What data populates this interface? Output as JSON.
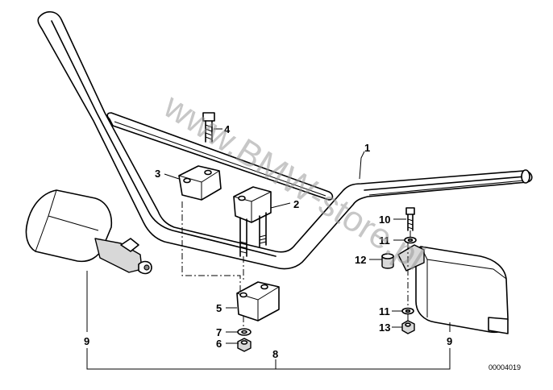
{
  "callouts": {
    "c1": "1",
    "c2": "2",
    "c3": "3",
    "c4": "4",
    "c5": "5",
    "c6": "6",
    "c7": "7",
    "c8": "8",
    "c9_left": "9",
    "c9_right": "9",
    "c10": "10",
    "c11_top": "11",
    "c11_bottom": "11",
    "c12": "12",
    "c13": "13"
  },
  "diagram_code": "00004019",
  "watermark": "www.BMW-store.pl"
}
